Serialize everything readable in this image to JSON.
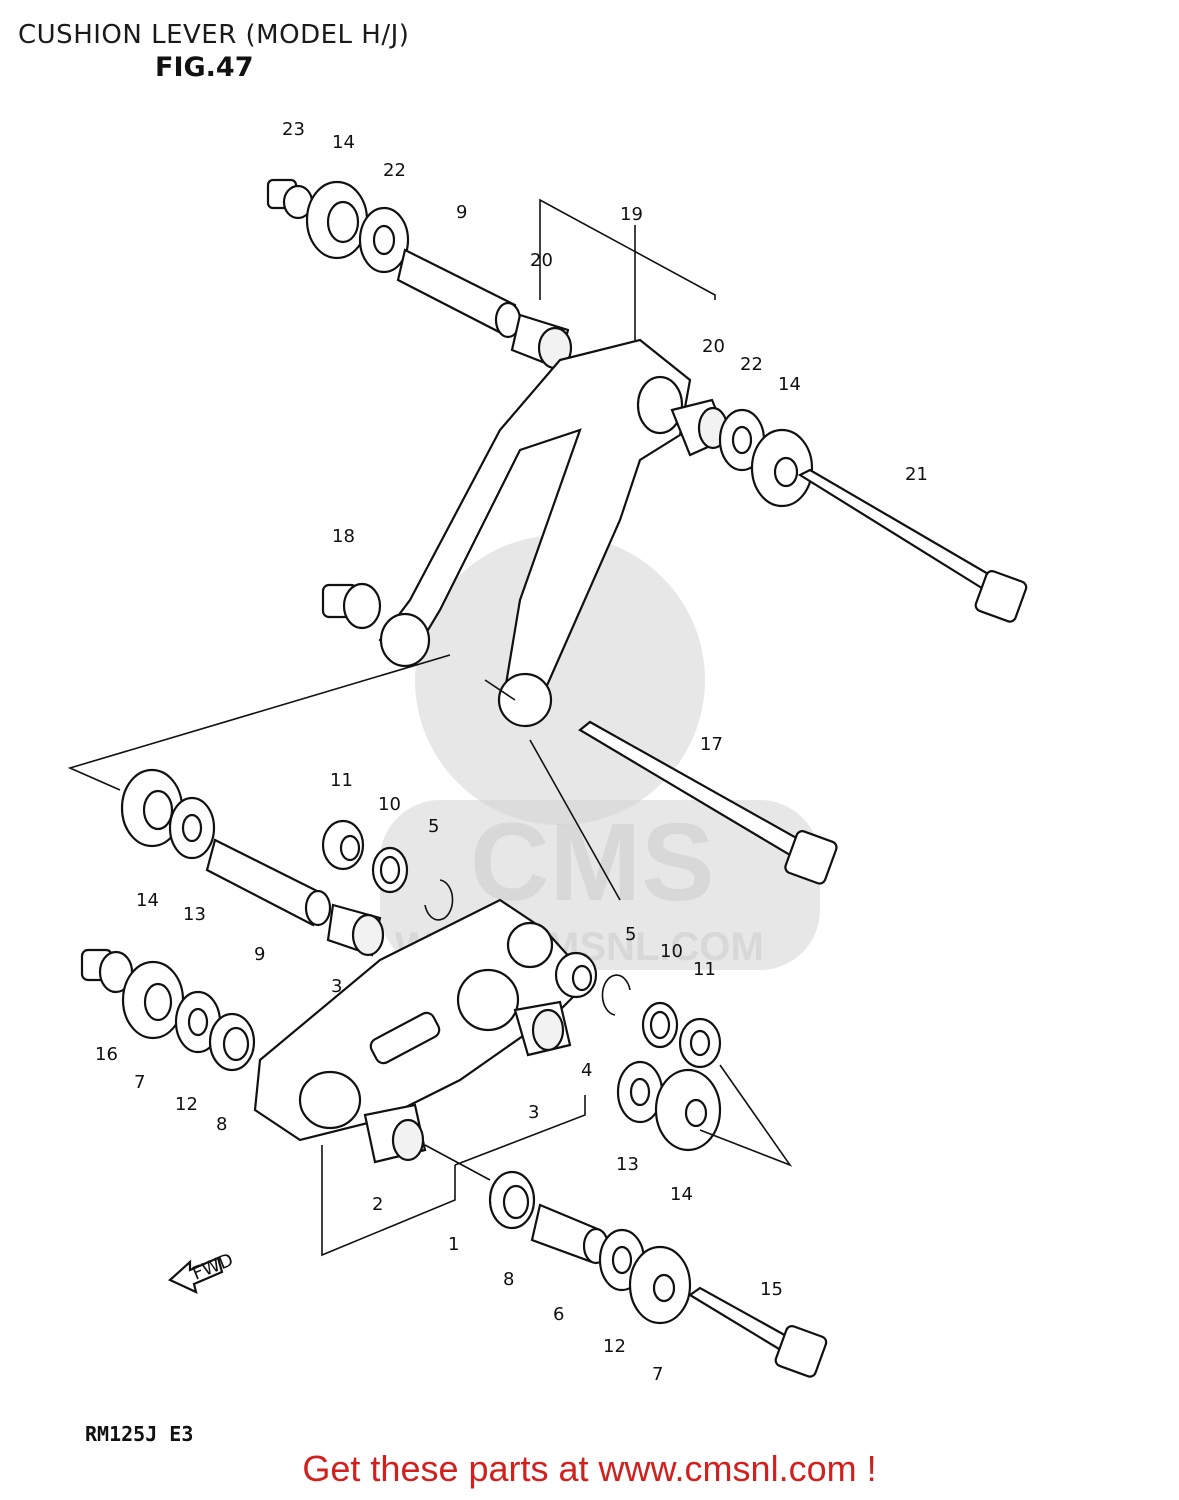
{
  "header": {
    "title": "CUSHION LEVER (MODEL H/J)",
    "figure": "FIG.47"
  },
  "footer": {
    "model_code": "RM125J  E3",
    "cta": "Get these parts at www.cmsnl.com !"
  },
  "watermark": {
    "brand": "CMS",
    "url": "WWW.CMSNL.COM"
  },
  "direction_label": "FWD",
  "callouts": [
    "23",
    "14",
    "22",
    "9",
    "20",
    "19",
    "20",
    "22",
    "14",
    "21",
    "18",
    "17",
    "11",
    "10",
    "5",
    "14",
    "13",
    "9",
    "3",
    "5",
    "10",
    "11",
    "16",
    "7",
    "12",
    "8",
    "4",
    "3",
    "13",
    "14",
    "2",
    "1",
    "8",
    "6",
    "12",
    "7",
    "15"
  ],
  "colors": {
    "cta": "#d2201f",
    "line": "#111111",
    "watermark": "#d4d4d4"
  }
}
